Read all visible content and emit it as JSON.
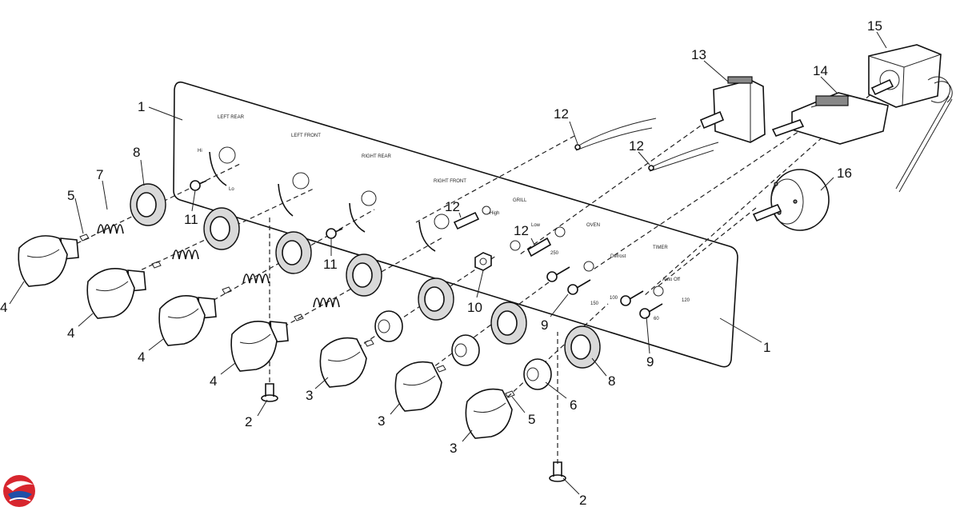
{
  "callouts": {
    "c1a": "1",
    "c1b": "1",
    "c2a": "2",
    "c2b": "2",
    "c3a": "3",
    "c3b": "3",
    "c3c": "3",
    "c4a": "4",
    "c4b": "4",
    "c4c": "4",
    "c4d": "4",
    "c5a": "5",
    "c5b": "5",
    "c6": "6",
    "c7": "7",
    "c8a": "8",
    "c8b": "8",
    "c9a": "9",
    "c9b": "9",
    "c10": "10",
    "c11a": "11",
    "c11b": "11",
    "c12a": "12",
    "c12b": "12",
    "c12c": "12",
    "c12d": "12",
    "c13": "13",
    "c14": "14",
    "c15": "15",
    "c16": "16"
  },
  "panel_labels": {
    "left_rear": "LEFT REAR",
    "left_front": "LEFT FRONT",
    "right_rear": "RIGHT REAR",
    "right_front": "RIGHT FRONT",
    "grill": "GRILL",
    "oven": "OVEN",
    "timer": "TIMER",
    "hi": "Hi",
    "lo": "Lo",
    "high": "High",
    "low": "Low",
    "auto_off": "Auto Off",
    "defrost": "Defrost",
    "t250": "250",
    "t150": "150",
    "t100": "100",
    "t60": "60",
    "t120": "120"
  },
  "colors": {
    "line": "#111111",
    "logo_red": "#d7262e",
    "logo_blue": "#1f4fa8"
  }
}
